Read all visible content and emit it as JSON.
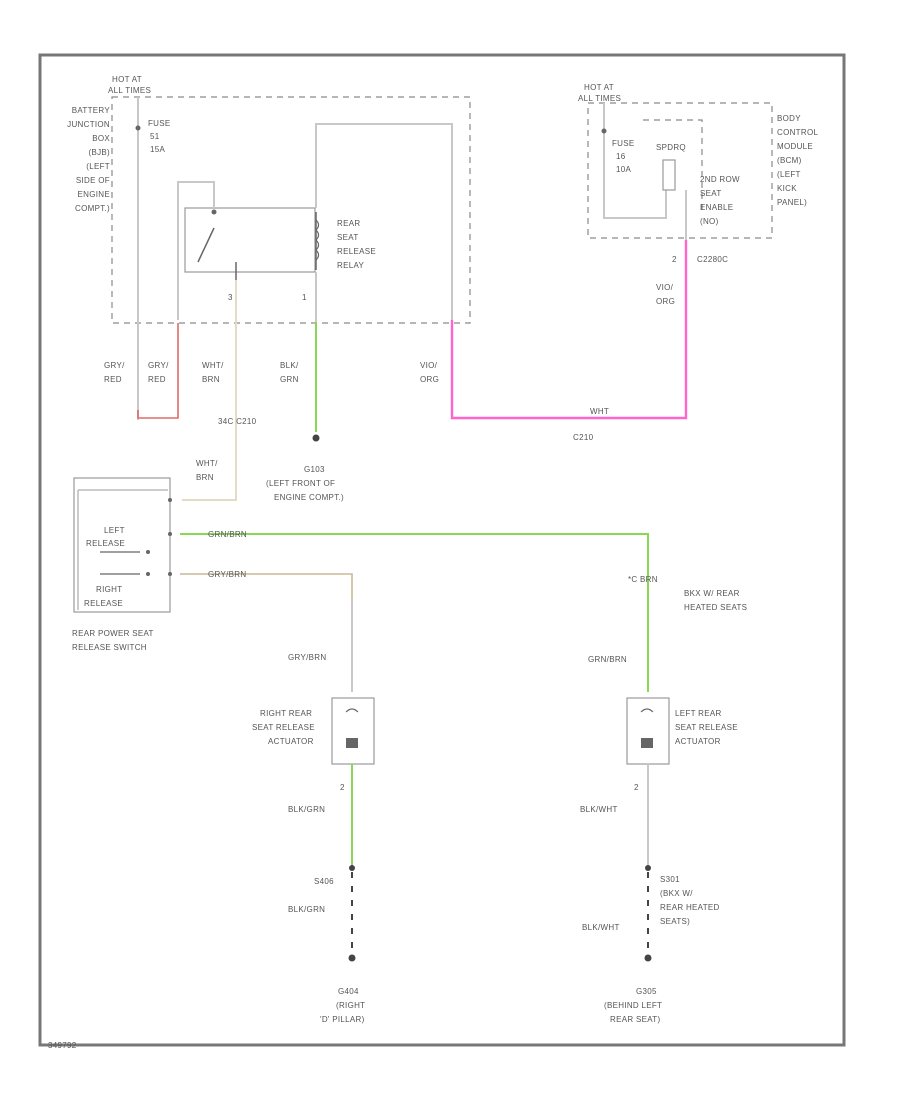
{
  "frame_id": "349792",
  "relay_block": {
    "hot_at": "HOT AT",
    "hot_times": "ALL TIMES",
    "bjb_label": [
      "BATTERY",
      "JUNCTION",
      "BOX",
      "(BJB)",
      "(LEFT",
      "SIDE OF",
      "ENGINE",
      "COMPT.)"
    ],
    "fuse": [
      "FUSE",
      "51",
      "15A"
    ],
    "relay_name": [
      "REAR",
      "SEAT",
      "RELEASE",
      "RELAY"
    ],
    "pin_a": "3",
    "pin_b": "1"
  },
  "bcm_block": {
    "hot_at": "HOT AT",
    "hot_times": "ALL TIMES",
    "fuse": [
      "FUSE",
      "16",
      "10A"
    ],
    "output": "SPDRQ",
    "module_text": [
      "2ND ROW",
      "SEAT",
      "ENABLE",
      "(NO)"
    ],
    "bcm_label": [
      "BODY",
      "CONTROL",
      "MODULE",
      "(BCM)",
      "(LEFT",
      "KICK",
      "PANEL)"
    ],
    "pin": "2",
    "connector": "C2280C",
    "wire_top": [
      "VIO/",
      "ORG"
    ]
  },
  "wires": {
    "gry_red_1": [
      "GRY/",
      "RED"
    ],
    "gry_red_2": [
      "GRY/",
      "RED"
    ],
    "wht_brn": [
      "WHT/",
      "BRN"
    ],
    "blk_grn": [
      "BLK/",
      "GRN"
    ],
    "vio_org": [
      "VIO/",
      "ORG"
    ],
    "splice_label": "WHT",
    "connector_c210": "C210",
    "connector_c210_2": "34C  C210",
    "wht_brn_2": [
      "WHT/",
      "BRN"
    ],
    "ground_top": [
      "G103",
      "(LEFT FRONT OF",
      "ENGINE COMPT.)"
    ]
  },
  "switch": {
    "left_label": [
      "LEFT",
      "RELEASE"
    ],
    "right_label": [
      "RIGHT",
      "RELEASE"
    ],
    "name": [
      "REAR POWER SEAT",
      "RELEASE SWITCH"
    ],
    "wire_left": "GRN/BRN",
    "wire_right": "GRY/BRN"
  },
  "heated_note": {
    "connector": "*C  BRN",
    "text": [
      "BKX W/ REAR",
      "HEATED SEATS"
    ]
  },
  "actuators": {
    "right": {
      "wire_top": "GRY/BRN",
      "name": [
        "RIGHT REAR",
        "SEAT RELEASE",
        "ACTUATOR"
      ],
      "pin": "2",
      "wire_bottom": "BLK/GRN",
      "splice": "S406",
      "wire_after": "BLK/GRN",
      "ground": [
        "G404",
        "(RIGHT",
        "'D' PILLAR)"
      ]
    },
    "left": {
      "wire_top": "GRN/BRN",
      "name": [
        "LEFT REAR",
        "SEAT RELEASE",
        "ACTUATOR"
      ],
      "pin": "2",
      "wire_bottom": "BLK/WHT",
      "note": [
        "S301",
        "(BKX W/",
        "REAR HEATED",
        "SEATS)"
      ],
      "wire_after": "BLK/WHT",
      "ground": [
        "G305",
        "(BEHIND LEFT",
        "REAR SEAT)"
      ]
    }
  },
  "colors": {
    "frame": "#777777",
    "wire_red": "#e06a6a",
    "wire_pink": "#ff66cc",
    "wire_green": "#88d855",
    "wire_tan": "#c9b896",
    "wire_gray": "#c8c8c8"
  }
}
